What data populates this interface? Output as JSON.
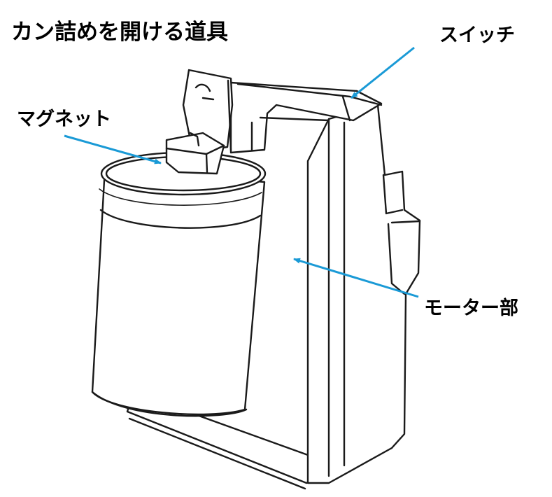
{
  "title": "カン詰めを開ける道具",
  "labels": {
    "switch": "スイッチ",
    "magnet": "マグネット",
    "motor": "モーター部"
  },
  "colors": {
    "arrow": "#1a9ad6",
    "ink": "#1a1a1a",
    "background": "#ffffff"
  }
}
